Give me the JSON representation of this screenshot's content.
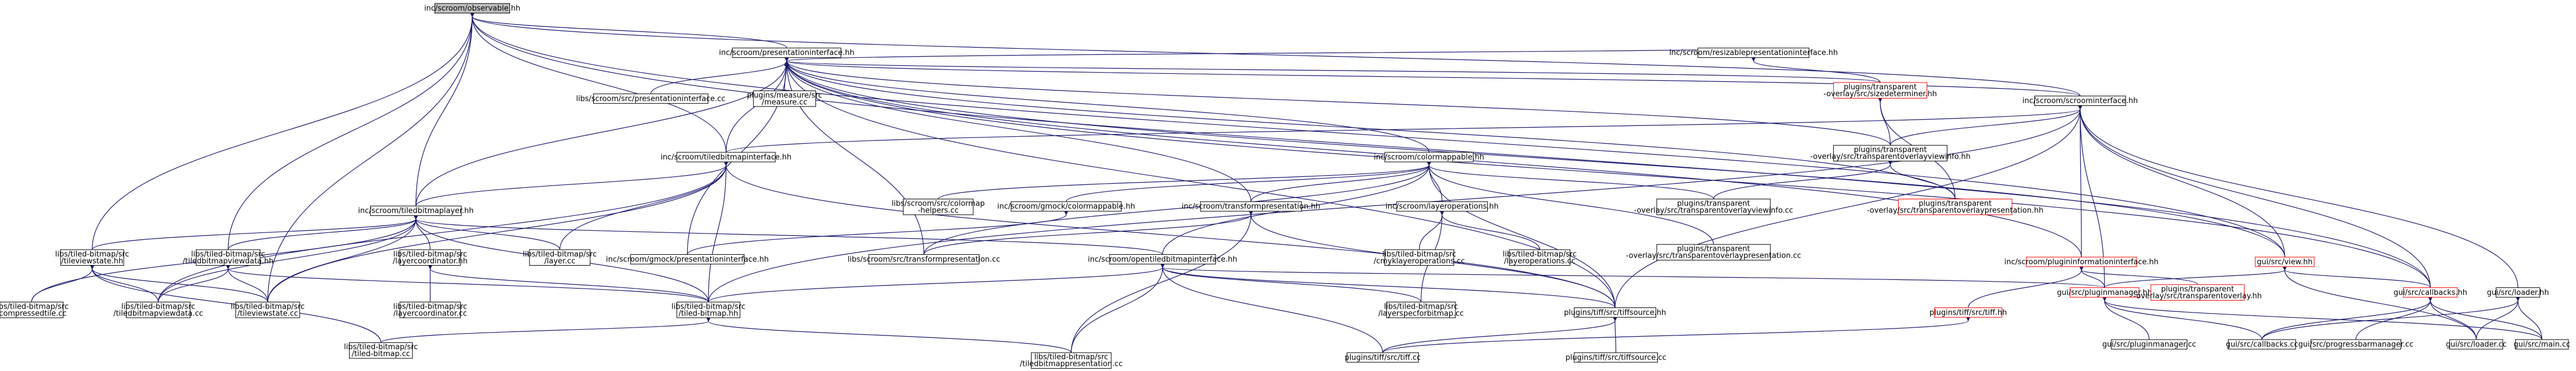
{
  "nodes": [
    {
      "id": "observable",
      "lines": [
        "inc/scroom/observable.hh"
      ],
      "root": true
    },
    {
      "id": "presintf",
      "lines": [
        "inc/scroom/presentationinterface.hh"
      ]
    },
    {
      "id": "resizable",
      "lines": [
        "inc/scroom/resizablepresentationinterface.hh"
      ]
    },
    {
      "id": "scroomintf",
      "lines": [
        "inc/scroom/scroominterface.hh"
      ]
    },
    {
      "id": "sizedeterminer",
      "lines": [
        "plugins/transparent",
        "-overlay/src/sizedeterminer.hh"
      ],
      "red": true
    },
    {
      "id": "presintfcc",
      "lines": [
        "libs/scroom/src/presentationinterface.cc"
      ]
    },
    {
      "id": "measure",
      "lines": [
        "plugins/measure/src",
        "/measure.cc"
      ]
    },
    {
      "id": "tiledbmpintf",
      "lines": [
        "inc/scroom/tiledbitmapinterface.hh"
      ]
    },
    {
      "id": "colormappable",
      "lines": [
        "inc/scroom/colormappable.hh"
      ]
    },
    {
      "id": "tovinfohh",
      "lines": [
        "plugins/transparent",
        "-overlay/src/transparentoverlayviewinfo.hh"
      ]
    },
    {
      "id": "tiledbmplayer",
      "lines": [
        "inc/scroom/tiledbitmaplayer.hh"
      ]
    },
    {
      "id": "cmhelpers",
      "lines": [
        "libs/scroom/src/colormap",
        "-helpers.cc"
      ]
    },
    {
      "id": "gmockcm",
      "lines": [
        "inc/scroom/gmock/colormappable.hh"
      ]
    },
    {
      "id": "transformpres",
      "lines": [
        "inc/scroom/transformpresentation.hh"
      ]
    },
    {
      "id": "layerops",
      "lines": [
        "inc/scroom/layeroperations.hh"
      ]
    },
    {
      "id": "tovinfocc",
      "lines": [
        "plugins/transparent",
        "-overlay/src/transparentoverlayviewinfo.cc"
      ]
    },
    {
      "id": "topreshh",
      "lines": [
        "plugins/transparent",
        "-overlay/src/transparentoverlaypresentation.hh"
      ],
      "red": true
    },
    {
      "id": "topresc",
      "lines": [
        "plugins/transparent",
        "-overlay/src/transparentoverlaypresentation.cc"
      ]
    },
    {
      "id": "pluginfointf",
      "lines": [
        "inc/scroom/plugininformationinterface.hh"
      ],
      "red": true
    },
    {
      "id": "viewhh",
      "lines": [
        "gui/src/view.hh"
      ],
      "red": true
    },
    {
      "id": "callbackshh",
      "lines": [
        "gui/src/callbacks.hh"
      ],
      "red": true
    },
    {
      "id": "loaderhh",
      "lines": [
        "gui/src/loader.hh"
      ]
    },
    {
      "id": "viewstatehh",
      "lines": [
        "libs/tiled-bitmap/src",
        "/tileviewstate.hh"
      ]
    },
    {
      "id": "bmpviewdatahh",
      "lines": [
        "libs/tiled-bitmap/src",
        "/tiledbitmapviewdata.hh"
      ]
    },
    {
      "id": "layercoordhh",
      "lines": [
        "libs/tiled-bitmap/src",
        "/layercoordinator.hh"
      ]
    },
    {
      "id": "layercc",
      "lines": [
        "libs/tiled-bitmap/src",
        "/layer.cc"
      ]
    },
    {
      "id": "gmockpres",
      "lines": [
        "inc/scroom/gmock/presentationinterface.hh"
      ]
    },
    {
      "id": "transformprescc",
      "lines": [
        "libs/scroom/src/transformpresentation.cc"
      ]
    },
    {
      "id": "opentiledhh",
      "lines": [
        "inc/scroom/opentiledbitmapinterface.hh"
      ]
    },
    {
      "id": "cmykops",
      "lines": [
        "libs/tiled-bitmap/src",
        "/cmyklayeroperations.cc"
      ]
    },
    {
      "id": "layeropscc",
      "lines": [
        "libs/tiled-bitmap/src",
        "/layeroperations.cc"
      ]
    },
    {
      "id": "pluginmgrhh",
      "lines": [
        "gui/src/pluginmanager.hh"
      ],
      "red": true
    },
    {
      "id": "tooverlaycc",
      "lines": [
        "plugins/transparent",
        "-overlay/src/transparentoverlay.hh"
      ],
      "red": true
    },
    {
      "id": "compressedtile",
      "lines": [
        "libs/tiled-bitmap/src",
        "/compressedtile.cc"
      ]
    },
    {
      "id": "bmpviewdatacc",
      "lines": [
        "libs/tiled-bitmap/src",
        "/tiledbitmapviewdata.cc"
      ]
    },
    {
      "id": "viewstatecc",
      "lines": [
        "libs/tiled-bitmap/src",
        "/tileviewstate.cc"
      ]
    },
    {
      "id": "layercoordcc",
      "lines": [
        "libs/tiled-bitmap/src",
        "/layercoordinator.cc"
      ]
    },
    {
      "id": "tiledbmphh",
      "lines": [
        "libs/tiled-bitmap/src",
        "/tiled-bitmap.hh"
      ]
    },
    {
      "id": "layerspecfor",
      "lines": [
        "libs/tiled-bitmap/src",
        "/layerspecforbitmap.cc"
      ]
    },
    {
      "id": "tiffsourcehh",
      "lines": [
        "plugins/tiff/src/tiffsource.hh"
      ]
    },
    {
      "id": "tiffhh",
      "lines": [
        "plugins/tiff/src/tiff.hh"
      ],
      "red": true
    },
    {
      "id": "tiledbmpcc",
      "lines": [
        "libs/tiled-bitmap/src",
        "/tiled-bitmap.cc"
      ]
    },
    {
      "id": "tiledbmppres",
      "lines": [
        "libs/tiled-bitmap/src",
        "/tiledbitmappresentation.cc"
      ]
    },
    {
      "id": "tiffcc",
      "lines": [
        "plugins/tiff/src/tiff.cc"
      ]
    },
    {
      "id": "tiffsourcecc",
      "lines": [
        "plugins/tiff/src/tiffsource.cc"
      ]
    },
    {
      "id": "pluginmgrcc",
      "lines": [
        "gui/src/pluginmanager.cc"
      ]
    },
    {
      "id": "callbackscc",
      "lines": [
        "gui/src/callbacks.cc"
      ]
    },
    {
      "id": "progressbar",
      "lines": [
        "gui/src/progressbarmanager.cc"
      ]
    },
    {
      "id": "loadercc",
      "lines": [
        "gui/src/loader.cc"
      ]
    },
    {
      "id": "maincc",
      "lines": [
        "gui/src/main.cc"
      ]
    }
  ],
  "edges": [
    [
      "observable",
      "presintf"
    ],
    [
      "observable",
      "scroomintf"
    ],
    [
      "observable",
      "tiledbmpintf"
    ],
    [
      "observable",
      "tiledbmplayer"
    ],
    [
      "observable",
      "viewstatehh"
    ],
    [
      "observable",
      "bmpviewdatahh"
    ],
    [
      "observable",
      "viewstatecc"
    ],
    [
      "observable",
      "viewhh"
    ],
    [
      "observable",
      "callbackshh"
    ],
    [
      "presintf",
      "resizable"
    ],
    [
      "presintf",
      "scroomintf"
    ],
    [
      "presintf",
      "sizedeterminer"
    ],
    [
      "presintf",
      "presintfcc"
    ],
    [
      "presintf",
      "measure"
    ],
    [
      "presintf",
      "tiledbmpintf"
    ],
    [
      "presintf",
      "colormappable"
    ],
    [
      "presintf",
      "tovinfohh"
    ],
    [
      "presintf",
      "tiledbmplayer"
    ],
    [
      "presintf",
      "transformpres"
    ],
    [
      "presintf",
      "gmockpres"
    ],
    [
      "presintf",
      "transformprescc"
    ],
    [
      "presintf",
      "tiffsourcehh"
    ],
    [
      "presintf",
      "viewhh"
    ],
    [
      "presintf",
      "callbackshh"
    ],
    [
      "presintf",
      "topreshh"
    ],
    [
      "presintf",
      "pluginfointf"
    ],
    [
      "resizable",
      "sizedeterminer"
    ],
    [
      "scroomintf",
      "tiledbmpintf"
    ],
    [
      "scroomintf",
      "tovinfohh"
    ],
    [
      "scroomintf",
      "pluginfointf"
    ],
    [
      "scroomintf",
      "viewhh"
    ],
    [
      "scroomintf",
      "callbackshh"
    ],
    [
      "scroomintf",
      "loaderhh"
    ],
    [
      "scroomintf",
      "pluginmgrhh"
    ],
    [
      "scroomintf",
      "tiffsourcehh"
    ],
    [
      "scroomintf",
      "tiledbmphh"
    ],
    [
      "sizedeterminer",
      "tovinfohh"
    ],
    [
      "sizedeterminer",
      "topreshh"
    ],
    [
      "tiledbmpintf",
      "tiledbmplayer"
    ],
    [
      "tiledbmpintf",
      "tiledbmphh"
    ],
    [
      "tiledbmpintf",
      "tiffsourcehh"
    ],
    [
      "tiledbmpintf",
      "layercc"
    ],
    [
      "tiledbmpintf",
      "viewstatecc"
    ],
    [
      "tiledbmpintf",
      "bmpviewdatacc"
    ],
    [
      "colormappable",
      "cmhelpers"
    ],
    [
      "colormappable",
      "gmockcm"
    ],
    [
      "colormappable",
      "transformpres"
    ],
    [
      "colormappable",
      "layerops"
    ],
    [
      "colormappable",
      "tovinfocc"
    ],
    [
      "colormappable",
      "topresc"
    ],
    [
      "colormappable",
      "tiffsourcehh"
    ],
    [
      "colormappable",
      "opentiledhh"
    ],
    [
      "colormappable",
      "transformprescc"
    ],
    [
      "tovinfohh",
      "tovinfocc"
    ],
    [
      "tovinfohh",
      "topreshh"
    ],
    [
      "tiledbmplayer",
      "viewstatehh"
    ],
    [
      "tiledbmplayer",
      "bmpviewdatahh"
    ],
    [
      "tiledbmplayer",
      "layercoordhh"
    ],
    [
      "tiledbmplayer",
      "layercc"
    ],
    [
      "tiledbmplayer",
      "tiledbmphh"
    ],
    [
      "tiledbmplayer",
      "compressedtile"
    ],
    [
      "tiledbmplayer",
      "viewstatecc"
    ],
    [
      "tiledbmplayer",
      "bmpviewdatacc"
    ],
    [
      "tiledbmplayer",
      "opentiledhh"
    ],
    [
      "gmockcm",
      "gmockpres"
    ],
    [
      "transformpres",
      "transformprescc"
    ],
    [
      "transformpres",
      "tiffsourcehh"
    ],
    [
      "transformpres",
      "tiledbmppres"
    ],
    [
      "layerops",
      "cmykops"
    ],
    [
      "layerops",
      "layeropscc"
    ],
    [
      "layerops",
      "layerspecfor"
    ],
    [
      "pluginfointf",
      "pluginmgrhh"
    ],
    [
      "pluginfointf",
      "tooverlaycc"
    ],
    [
      "pluginfointf",
      "tiffhh"
    ],
    [
      "viewhh",
      "callbackshh"
    ],
    [
      "viewhh",
      "pluginmgrhh"
    ],
    [
      "viewhh",
      "loadercc"
    ],
    [
      "callbackshh",
      "callbackscc"
    ],
    [
      "callbackshh",
      "loadercc"
    ],
    [
      "callbackshh",
      "maincc"
    ],
    [
      "callbackshh",
      "progressbar"
    ],
    [
      "loaderhh",
      "loadercc"
    ],
    [
      "loaderhh",
      "maincc"
    ],
    [
      "loaderhh",
      "callbackscc"
    ],
    [
      "viewstatehh",
      "compressedtile"
    ],
    [
      "viewstatehh",
      "viewstatecc"
    ],
    [
      "viewstatehh",
      "bmpviewdatacc"
    ],
    [
      "viewstatehh",
      "tiledbmpcc"
    ],
    [
      "bmpviewdatahh",
      "bmpviewdatacc"
    ],
    [
      "bmpviewdatahh",
      "viewstatecc"
    ],
    [
      "bmpviewdatahh",
      "tiledbmphh"
    ],
    [
      "layercoordhh",
      "layercoordcc"
    ],
    [
      "layercoordhh",
      "tiledbmphh"
    ],
    [
      "opentiledhh",
      "tiledbmphh"
    ],
    [
      "opentiledhh",
      "layerspecfor"
    ],
    [
      "opentiledhh",
      "tiffsourcehh"
    ],
    [
      "opentiledhh",
      "tiledbmppres"
    ],
    [
      "opentiledhh",
      "tiffcc"
    ],
    [
      "opentiledhh",
      "pluginmgrhh"
    ],
    [
      "tiledbmphh",
      "tiledbmpcc"
    ],
    [
      "tiledbmphh",
      "tiledbmppres"
    ],
    [
      "tiffsourcehh",
      "tiffcc"
    ],
    [
      "tiffsourcehh",
      "tiffsourcecc"
    ],
    [
      "tiffhh",
      "tiffcc"
    ],
    [
      "pluginmgrhh",
      "pluginmgrcc"
    ],
    [
      "pluginmgrhh",
      "callbackscc"
    ],
    [
      "pluginmgrhh",
      "maincc"
    ]
  ]
}
